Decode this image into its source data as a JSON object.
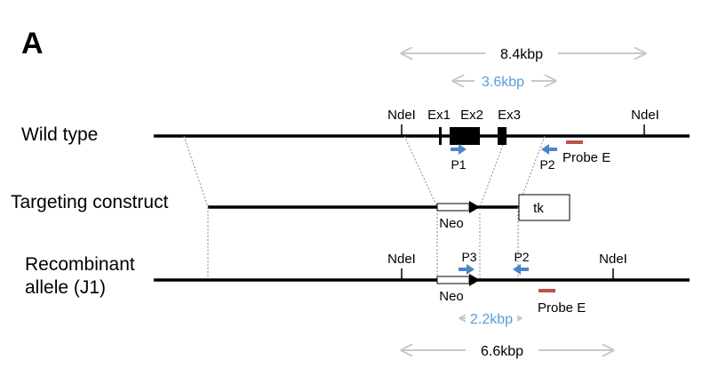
{
  "panel_label": "A",
  "rows": {
    "wild_type": "Wild type",
    "targeting": "Targeting construct",
    "recombinant_line1": "Recombinant",
    "recombinant_line2": "allele (J1)"
  },
  "sites": {
    "ndei": "NdeI",
    "ex1": "Ex1",
    "ex2": "Ex2",
    "ex3": "Ex3"
  },
  "primers": {
    "p1": "P1",
    "p2": "P2",
    "p3": "P3"
  },
  "probe": "Probe E",
  "cassettes": {
    "neo": "Neo",
    "tk": "tk"
  },
  "fragments": {
    "wt_ndei": "8.4kbp",
    "wt_pcr": "3.6kbp",
    "rec_pcr": "2.2kbp",
    "rec_ndei": "6.6kbp"
  },
  "colors": {
    "line": "#000000",
    "primer_arrow": "#4a86c8",
    "pcr_text": "#5b9bd5",
    "probe": "#c0504d",
    "span_arrow": "#c8c8c8",
    "guide_line": "#8a8a8a"
  }
}
